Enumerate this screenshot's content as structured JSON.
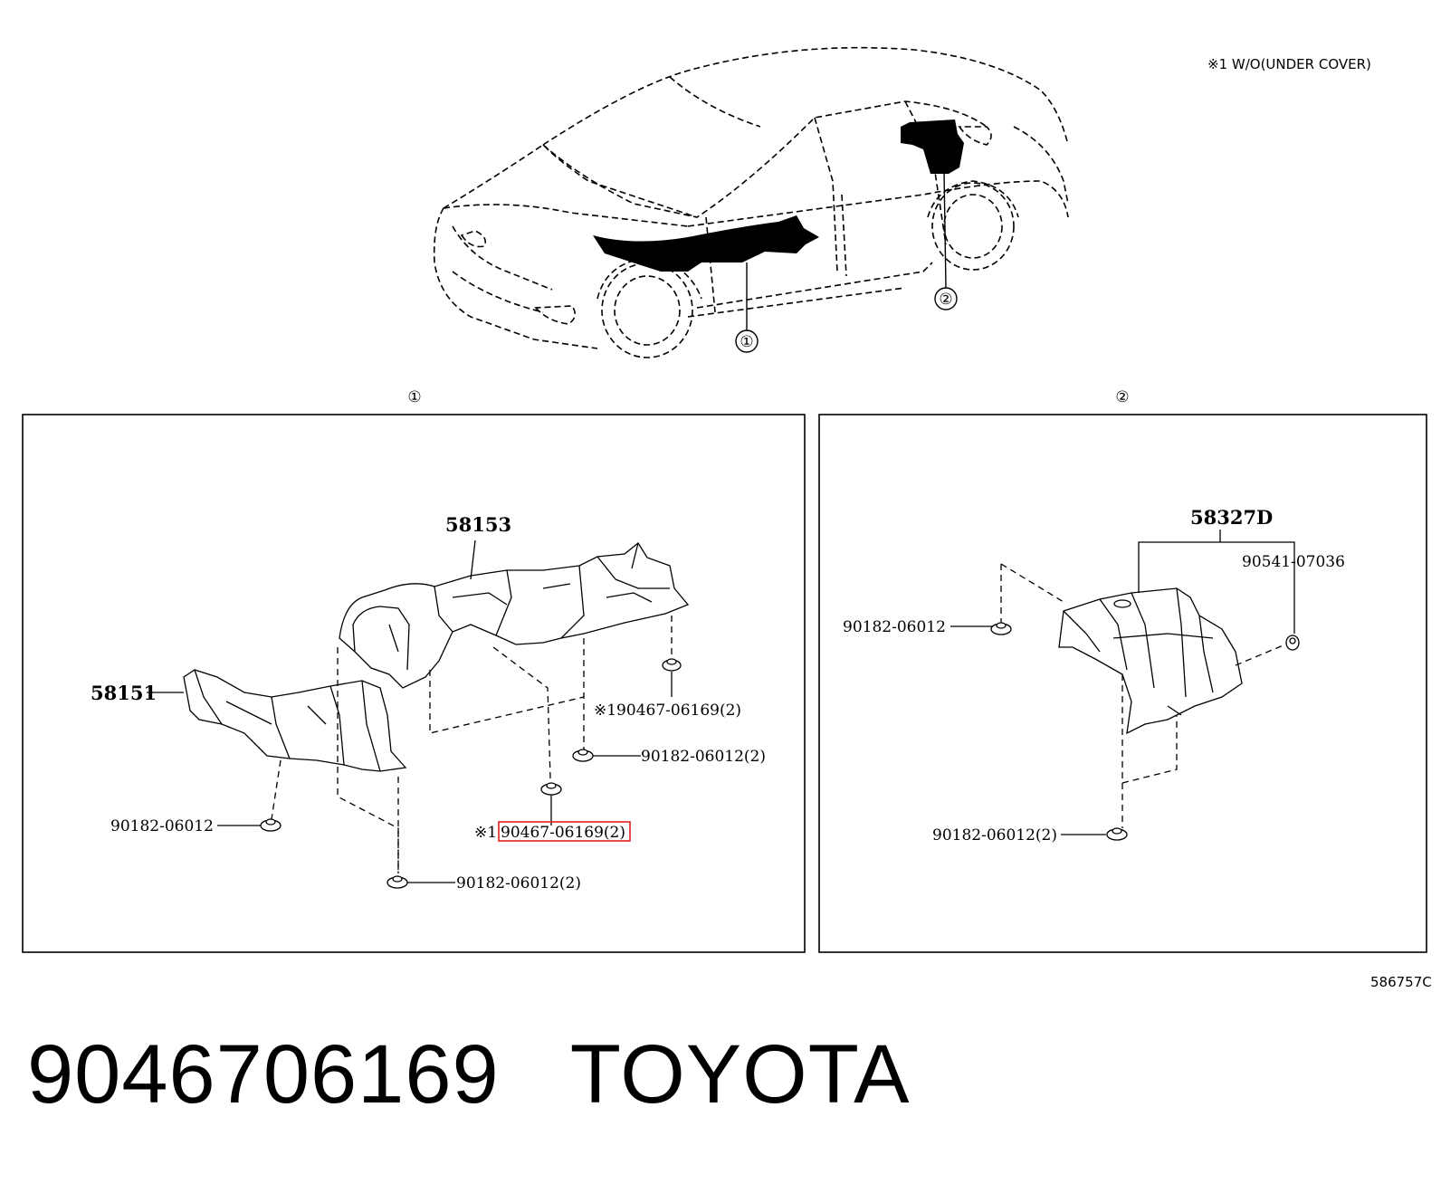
{
  "note": "※1 W/O(UNDER COVER)",
  "reference_code": "586757C",
  "footer": {
    "part_number": "9046706169",
    "brand": "TOYOTA"
  },
  "car_callouts": {
    "c1": "①",
    "c2": "②"
  },
  "panel1": {
    "title": "①",
    "labels": {
      "p58153": "58153",
      "p58151": "58151",
      "clip_top_right": "※190467-06169(2)",
      "nut_mid_right": "90182-06012(2)",
      "nut_left": "90182-06012",
      "clip_highlight_prefix": "※1",
      "clip_highlight": "90467-06169(2)",
      "nut_bottom": "90182-06012(2)"
    },
    "highlight_color": "#e02020"
  },
  "panel2": {
    "title": "②",
    "labels": {
      "p58327D": "58327D",
      "p90541": "90541-07036",
      "nut_left": "90182-06012",
      "nut_bottom": "90182-06012(2)"
    }
  }
}
